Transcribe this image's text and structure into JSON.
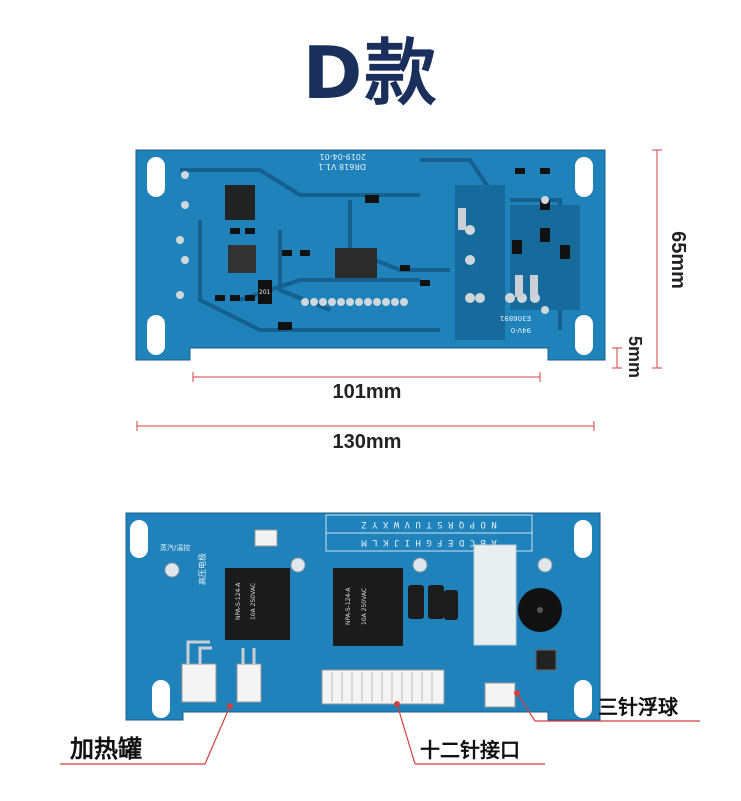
{
  "title": "D款",
  "top_board": {
    "silk_model": "DR618 V1.1",
    "silk_date": "2019-04-01",
    "silk_code": "E306891",
    "silk_rating": "94V-0",
    "ic_label": "201"
  },
  "dimensions": {
    "height": "65mm",
    "notch": "5mm",
    "inner_width": "101mm",
    "total_width": "130mm"
  },
  "bottom_board": {
    "letters_row1": "A B C D E F G H I J K L M",
    "letters_row2": "N O P Q R S T U V W X Y Z",
    "relay_model": "NPA-S-124-A",
    "relay_spec": "10A 250VAC",
    "label_heater_pipe": "高压电极",
    "label_steam": "蒸汽/温控"
  },
  "annotations": {
    "heater": "加热罐",
    "twelve_pin": "十二针接口",
    "float": "三针浮球"
  },
  "colors": {
    "pcb_blue": "#1f7fb8",
    "pcb_dark": "#16628f",
    "title": "#1a2f5c",
    "dim_line": "#d04040"
  }
}
